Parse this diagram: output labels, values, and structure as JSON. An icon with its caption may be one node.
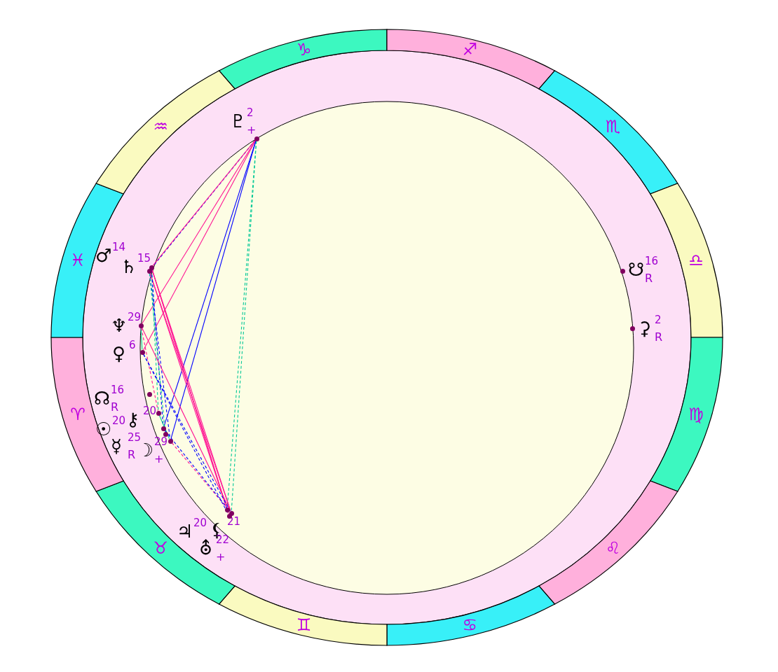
{
  "diagram": {
    "nodes": [
      {
        "text": [],
        "shape": "circle",
        "beside": [
          "♇",
          "2",
          "+"
        ]
      },
      {
        "text": [],
        "shape": "circle",
        "beside": [
          "♂",
          "14"
        ]
      },
      {
        "text": [],
        "shape": "circle",
        "beside": [
          "♄",
          "15"
        ]
      },
      {
        "text": [],
        "shape": "circle",
        "beside": [
          "♆",
          "29"
        ]
      },
      {
        "text": [],
        "shape": "circle",
        "beside": [
          "♀",
          "6"
        ]
      },
      {
        "text": [],
        "shape": "circle",
        "beside": [
          "☊",
          "16",
          "R"
        ]
      },
      {
        "text": [],
        "shape": "circle",
        "beside": [
          "⚷",
          "20"
        ]
      },
      {
        "text": [],
        "shape": "circle",
        "beside": [
          "☉",
          "20"
        ]
      },
      {
        "text": [],
        "shape": "circle",
        "beside": [
          "☿",
          "25",
          "R"
        ]
      },
      {
        "text": [],
        "shape": "circle",
        "beside": [
          "☽",
          "29",
          "+"
        ]
      },
      {
        "text": [],
        "shape": "circle",
        "beside": [
          "⚸",
          "21"
        ]
      },
      {
        "text": [],
        "shape": "circle",
        "beside": [
          "♃",
          "20"
        ]
      },
      {
        "text": [],
        "shape": "circle",
        "beside": [
          "⛢",
          "22",
          "+"
        ]
      },
      {
        "text": [],
        "shape": "circle",
        "beside": [
          "☋",
          "16",
          "R"
        ]
      },
      {
        "text": [],
        "shape": "circle",
        "beside": [
          "⚳",
          "2",
          "R"
        ]
      }
    ],
    "edges": [
      {
        "from": 0,
        "to": 1,
        "arrow": "none",
        "style": "dashed",
        "color": "#0000ff"
      },
      {
        "from": 0,
        "to": 2,
        "arrow": "none"
      },
      {
        "from": 0,
        "to": 3,
        "arrow": "none"
      },
      {
        "from": 0,
        "to": 4,
        "arrow": "none"
      },
      {
        "from": 0,
        "to": 7,
        "arrow": "none",
        "color": "#0000ff"
      },
      {
        "from": 0,
        "to": 9,
        "arrow": "none",
        "color": "#0000ff"
      },
      {
        "from": 0,
        "to": 10,
        "arrow": "none",
        "style": "dashed",
        "color": "#00c896"
      },
      {
        "from": 0,
        "to": 11,
        "arrow": "none",
        "style": "dashed",
        "color": "#00c896"
      },
      {
        "from": 2,
        "to": 10,
        "arrow": "none"
      },
      {
        "from": 2,
        "to": 11,
        "arrow": "none"
      },
      {
        "from": 2,
        "to": 12,
        "arrow": "none"
      },
      {
        "from": 1,
        "to": 10,
        "arrow": "none"
      },
      {
        "from": 1,
        "to": 11,
        "arrow": "none"
      },
      {
        "from": 2,
        "to": 6,
        "arrow": "none",
        "style": "dashed",
        "color": "#00c896"
      },
      {
        "from": 2,
        "to": 7,
        "arrow": "none",
        "style": "dashed",
        "color": "#0000ff"
      },
      {
        "from": 1,
        "to": 9,
        "arrow": "none",
        "style": "dashed",
        "color": "#0000ff"
      },
      {
        "from": 1,
        "to": 8,
        "arrow": "none",
        "style": "dashed",
        "color": "#00c896"
      },
      {
        "from": 3,
        "to": 4,
        "arrow": "none",
        "color": "#00c896"
      },
      {
        "from": 3,
        "to": 10,
        "arrow": "none"
      },
      {
        "from": 3,
        "to": 6,
        "arrow": "none",
        "style": "dashed"
      },
      {
        "from": 4,
        "to": 10,
        "arrow": "none",
        "style": "dashed",
        "color": "#0000ff"
      },
      {
        "from": 4,
        "to": 12,
        "arrow": "none",
        "style": "dashed",
        "color": "#0000ff"
      },
      {
        "from": 6,
        "to": 9,
        "arrow": "none",
        "color": "#00c896"
      },
      {
        "from": 9,
        "to": 10,
        "arrow": "none",
        "style": "dashed"
      },
      {
        "from": 7,
        "to": 10,
        "arrow": "none",
        "style": "dashed",
        "color": "#0000ff"
      }
    ],
    "labels": [
      "♑",
      "♐",
      "♏",
      "♎",
      "♍",
      "♌",
      "♋",
      "♊",
      "♉",
      "♈",
      "♓",
      "♒"
    ]
  }
}
